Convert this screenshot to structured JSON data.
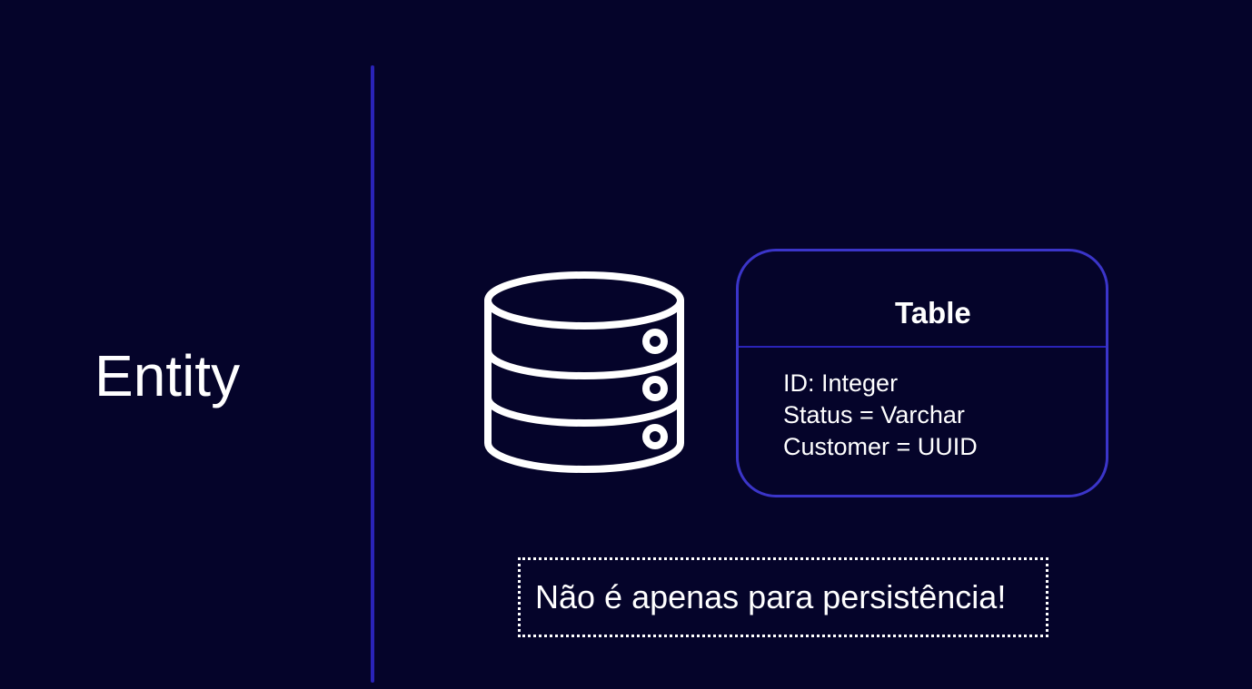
{
  "colors": {
    "background": "#05042a",
    "accent": "#2a23b8",
    "table_border": "#3b35c9",
    "text": "#ffffff"
  },
  "entity": {
    "title": "Entity"
  },
  "icons": {
    "database": "database-icon"
  },
  "table": {
    "title": "Table",
    "fields": [
      "ID: Integer",
      "Status = Varchar",
      "Customer = UUID"
    ]
  },
  "note": {
    "text": "Não é apenas para persistência!"
  }
}
